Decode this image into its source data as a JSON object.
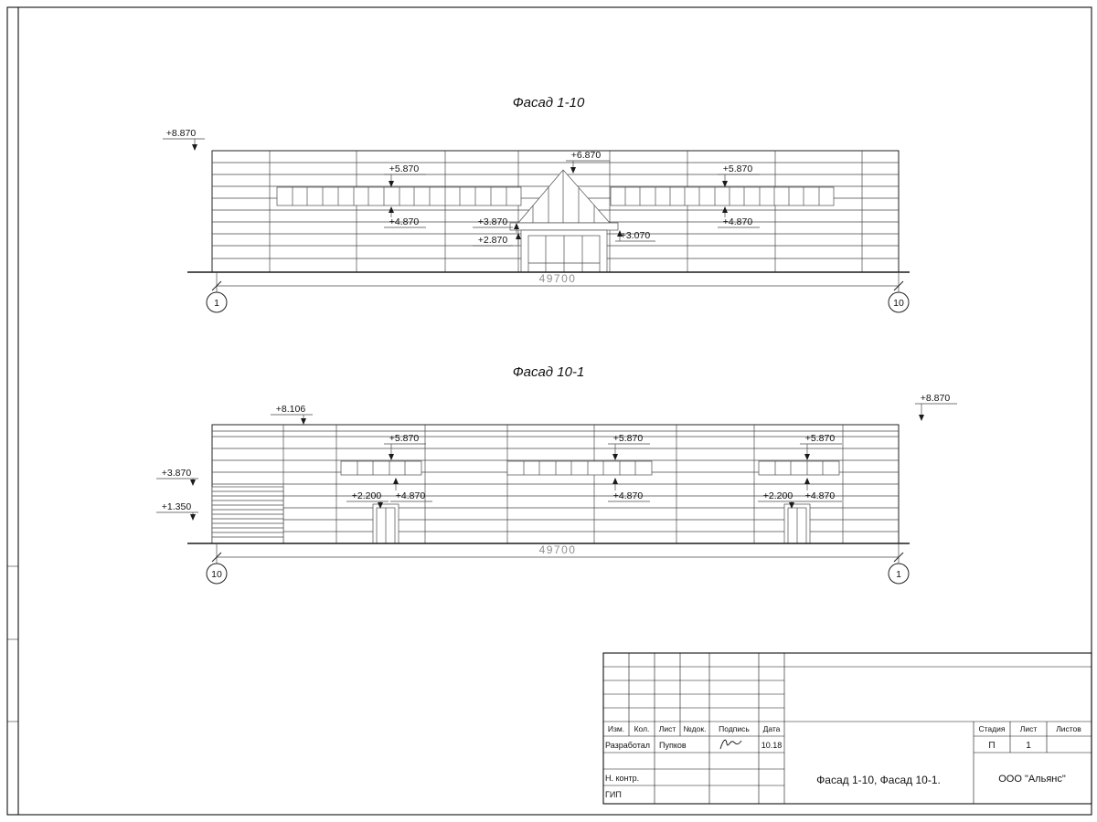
{
  "drawing": {
    "facade1": {
      "title": "Фасад 1-10",
      "dimension": "49700",
      "axis_left": "1",
      "axis_right": "10",
      "marks": {
        "roof": "+8.870",
        "entrance_peak": "+6.870",
        "windows_left_top": "+5.870",
        "windows_right_top": "+5.870",
        "windows_left_sill": "+4.870",
        "windows_right_sill": "+4.870",
        "canopy_top": "+3.870",
        "canopy_bottom": "+2.870",
        "canopy_side": "+3.070"
      }
    },
    "facade2": {
      "title": "Фасад 10-1",
      "dimension": "49700",
      "axis_left": "10",
      "axis_right": "1",
      "marks": {
        "parapet_left": "+8.106",
        "parapet_right": "+8.870",
        "left_level": "+3.870",
        "grille_level": "+1.350",
        "windows1_top": "+5.870",
        "windows2_top": "+5.870",
        "windows3_top": "+5.870",
        "windows1_sill": "+4.870",
        "windows2_sill": "+4.870",
        "windows3_sill": "+4.870",
        "door1_top": "+2.200",
        "door2_top": "+2.200"
      }
    }
  },
  "titleblock": {
    "headers": {
      "izm": "Изм.",
      "kol": "Кол.",
      "list": "Лист",
      "ndok": "№док.",
      "podpis": "Подпись",
      "data": "Дата"
    },
    "developed_label": "Разработал",
    "developed_name": "Пупков",
    "developed_date": "10.18",
    "ncontr_label": "Н. контр.",
    "gip_label": "ГИП",
    "doc_title": "Фасад 1-10, Фасад 10-1.",
    "company": "ООО \"Альянс\"",
    "stage_header": "Стадия",
    "sheet_header": "Лист",
    "sheets_header": "Листов",
    "stage_value": "П",
    "sheet_value": "1"
  }
}
